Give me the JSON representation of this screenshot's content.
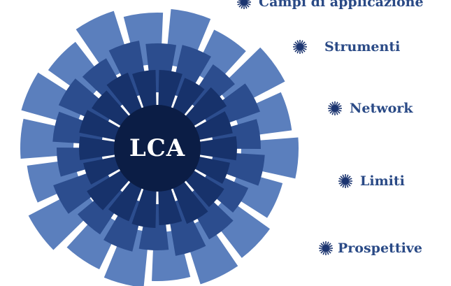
{
  "diagram": {
    "center_label": "LCA",
    "colors": {
      "outer": "#5b7fbd",
      "middle": "#2c4d8e",
      "inner": "#17326b",
      "core": "#0b1d45",
      "label": "#2a4a86",
      "bullet": "#1c3570"
    }
  },
  "menu": {
    "items": [
      {
        "label": "Campi di applicazione",
        "icon": "starburst-bullet-icon"
      },
      {
        "label": "Strumenti",
        "icon": "starburst-bullet-icon"
      },
      {
        "label": "Network",
        "icon": "starburst-bullet-icon"
      },
      {
        "label": "Limiti",
        "icon": "starburst-bullet-icon"
      },
      {
        "label": "Prospettive",
        "icon": "starburst-bullet-icon"
      }
    ]
  }
}
